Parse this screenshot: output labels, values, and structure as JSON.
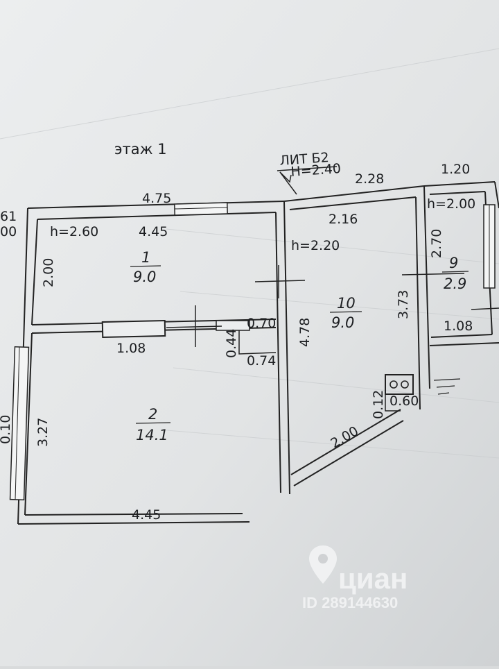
{
  "floor_title": "этаж 1",
  "building_ref": {
    "lit": "ЛИТ Б2",
    "height": "H=2.40"
  },
  "edge_fragments": {
    "left_top": "61",
    "left_top2": "00",
    "left_mid": "0.10"
  },
  "rooms": [
    {
      "number": "1",
      "area": "9.0",
      "height": "h=2.60"
    },
    {
      "number": "2",
      "area": "14.1"
    },
    {
      "number": "10",
      "area": "9.0",
      "height": "h=2.20"
    },
    {
      "number": "9",
      "area": "2.9",
      "height": "h=2.00"
    }
  ],
  "dimensions": {
    "outer_top_left": "4.75",
    "outer_top_mid": "2.28",
    "outer_top_right": "1.20",
    "room1_top": "4.45",
    "room1_left": "2.00",
    "door_w": "1.08",
    "chimney_w": "0.70",
    "chimney_d": "0.44",
    "chimney_w2": "0.74",
    "room2_left": "3.27",
    "room2_bottom": "4.45",
    "room10_top": "2.16",
    "room10_left": "4.78",
    "room10_right": "3.73",
    "room10_diag": "2.00",
    "stove_d": "0.12",
    "stove_w": "0.60",
    "room9_left": "2.70",
    "room9_bottom": "1.08"
  },
  "watermark": {
    "brand": "циан",
    "id": "ID 289144630"
  }
}
